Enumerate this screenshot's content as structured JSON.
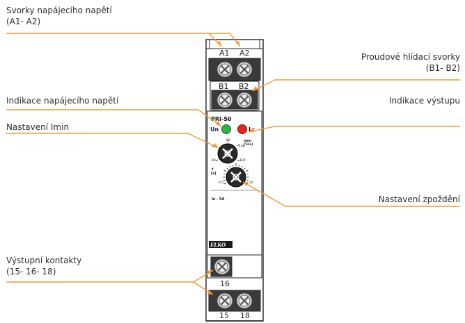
{
  "labels": {
    "supply_terminals": {
      "line1": "Svorky napájecího napětí",
      "line2": "(A1- A2)"
    },
    "current_terminals": {
      "line1": "Proudové hlídací svorky",
      "line2": "(B1- B2)"
    },
    "supply_indication": "Indikace napájecího napětí",
    "output_indication": "Indikace výstupu",
    "imin_setting": "Nastavení Imin",
    "delay_setting": "Nastavení zpoždění",
    "output_contacts": {
      "line1": "Výstupní kontakty",
      "line2": "(15- 16- 18)"
    }
  },
  "device": {
    "terminal_top_a1": "A1",
    "terminal_top_a2": "A2",
    "terminal_b1": "B1",
    "terminal_b2": "B2",
    "model": "PRI-50",
    "led_un": "Un",
    "led_out": "I<",
    "imin_unit_line1": "Imin",
    "imin_unit_line2": "[%In]",
    "imin_scale": {
      "s20": "20",
      "s40": "40",
      "s60": "60",
      "s100": "100",
      "s120": "120"
    },
    "t_label_line1": "t",
    "t_label_line2": "[s]",
    "t_scale": {
      "min": "0.5",
      "max": "10"
    },
    "rating": "In - 5A",
    "brand": "ELKO",
    "contact_16": "16",
    "contact_15": "15",
    "contact_18": "18"
  },
  "colors": {
    "callout_line": "#f39a33",
    "led_green": "#2fb34a",
    "led_red": "#e52420",
    "terminal_dark": "#3a3a3a"
  }
}
